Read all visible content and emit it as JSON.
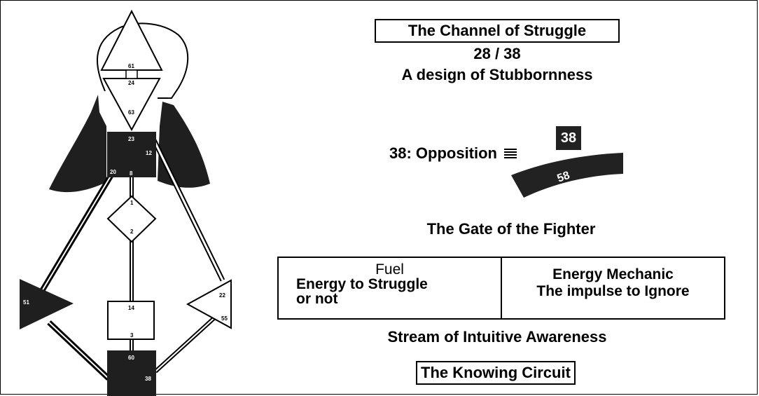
{
  "channel": {
    "title": "The Channel of Struggle",
    "numbers": "28 / 38",
    "design": "A design of Stubbornness"
  },
  "gate": {
    "label": "38: Opposition",
    "badge": "38",
    "arc_badge": "58",
    "name": "The Gate of the Fighter"
  },
  "table": {
    "fuel_title": "Fuel",
    "fuel_lines": [
      "Energy to Struggle",
      "or not"
    ],
    "mechanic_title": "Energy Mechanic",
    "mechanic_text": "The impulse to Ignore"
  },
  "stream": "Stream of Intuitive Awareness",
  "circuit": "The Knowing Circuit",
  "bodygraph": {
    "gate_numbers": {
      "head": "61",
      "ajna_top": "24",
      "ajna_bottom": "63",
      "throat_top": "23",
      "throat_right": "12",
      "throat_left": "20",
      "throat_bottom": "8",
      "g_top": "1",
      "g_bottom": "2",
      "heart": "51",
      "sacral_top": "14",
      "sacral_bottom": "3",
      "root_top": "60",
      "root_right": "38",
      "spleen_top": "22",
      "spleen_bottom": "55"
    },
    "colors": {
      "defined": "#1f1f1f",
      "undefined": "#ffffff",
      "line": "#000000"
    }
  }
}
